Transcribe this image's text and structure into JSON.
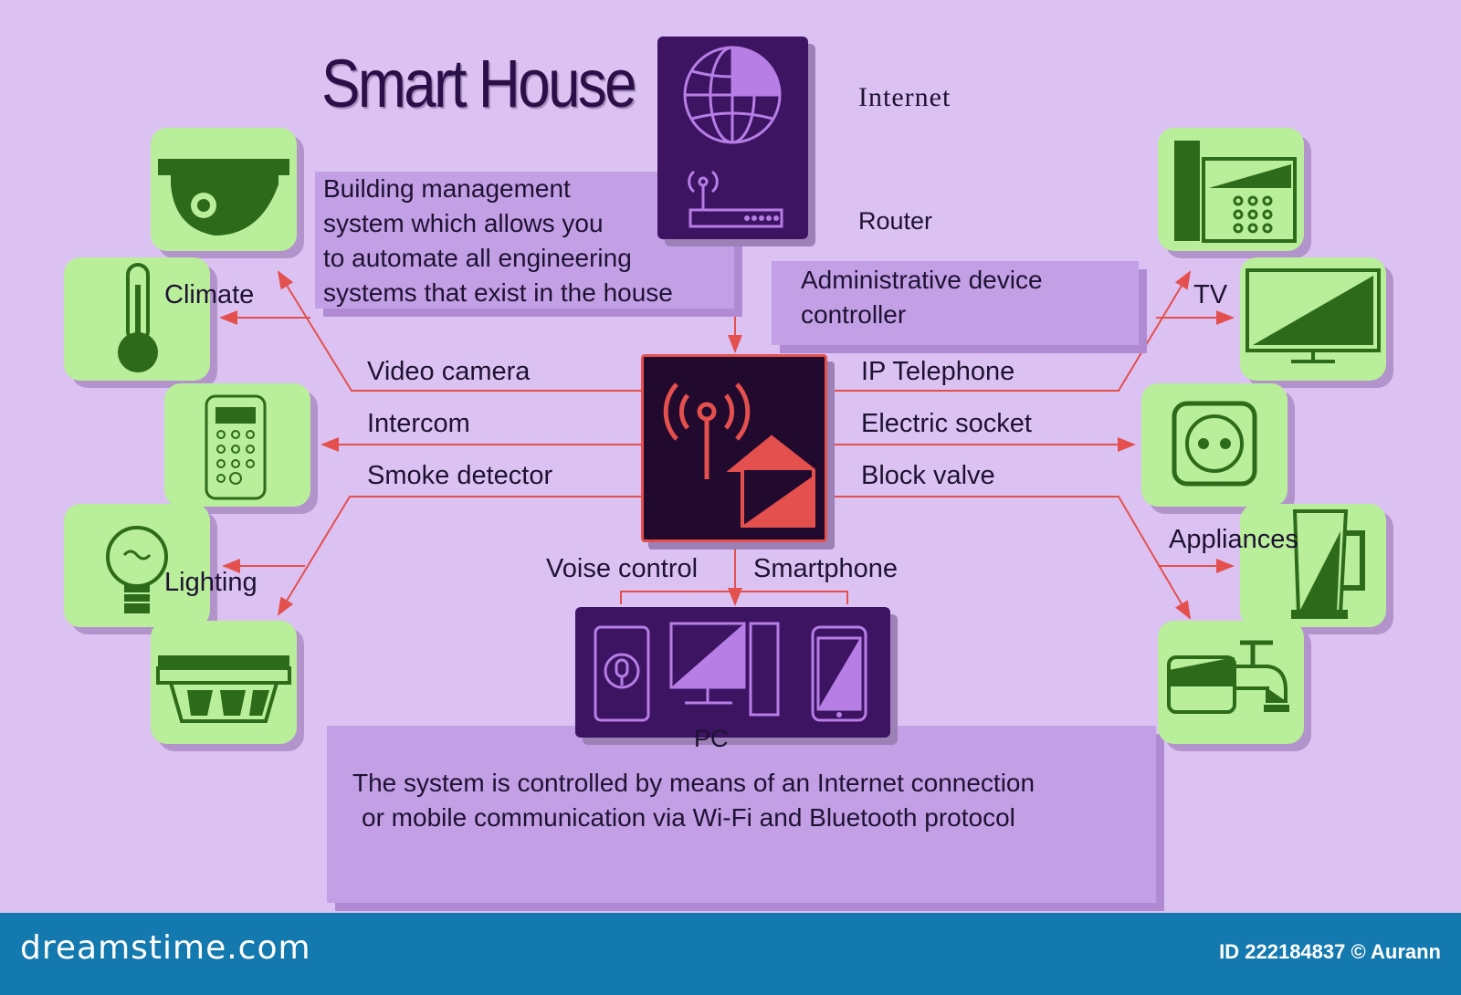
{
  "title": "Smart House",
  "description": [
    "Building management",
    "system which allows you",
    "to automate all engineering",
    "systems that exist in the house"
  ],
  "internet_label": "Internet",
  "router_label": "Router",
  "controller_box": [
    "Administrative device",
    "controller"
  ],
  "left_labels": {
    "climate": "Climate",
    "video_camera": "Video camera",
    "intercom": "Intercom",
    "smoke_detector": "Smoke detector",
    "lighting": "Lighting"
  },
  "right_labels": {
    "tv": "TV",
    "ip_telephone": "IP Telephone",
    "electric_socket": "Electric socket",
    "block_valve": "Block valve",
    "appliances": "Appliances"
  },
  "bottom_labels": {
    "voice_control": "Voise control",
    "smartphone": "Smartphone",
    "pc": "PC"
  },
  "bottom_box": [
    "The system is controlled by means of an Internet connection",
    "or mobile communication via Wi-Fi and Bluetooth protocol"
  ],
  "footer": {
    "watermark": "dreamstime.com",
    "credit": "ID 222184837 © Aurann"
  },
  "colors": {
    "background": "#dcc2f2",
    "tile": "#b9ee9a",
    "icon": "#2d6a1a",
    "panel": "#3c1462",
    "hub": "#22092e",
    "accent": "#e3504d",
    "footer": "#1479af"
  }
}
